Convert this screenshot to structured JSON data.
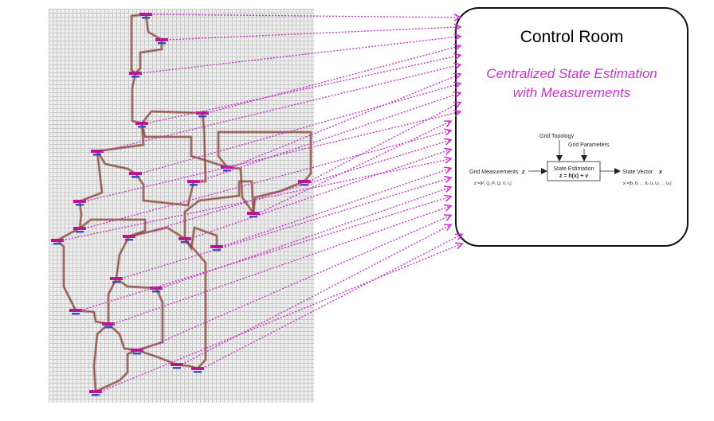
{
  "control_room": {
    "title": "Control Room",
    "subtitle_line1": "Centralized State Estimation",
    "subtitle_line2": "with Measurements"
  },
  "estimation_diagram": {
    "grid_topology": "Grid Topology",
    "grid_parameters": "Grid Parameters",
    "grid_measurements": "Grid Measurements",
    "z_symbol": "z",
    "block_title": "State Estimation",
    "block_equation": "z = h(x) + v",
    "state_vector": "State Vector",
    "x_symbol": "x",
    "z_vector": "zᵀ=[P₁  Q₁  P₁  Q₁  V₁  I₁]",
    "x_vector": "xᵀ=[θ₁  θ₂  …  θₙ  U₁  U₂  …  Uₙ]"
  },
  "colors": {
    "arrow": "#cc33cc",
    "line": "#8b4a3c",
    "bus": "#b5188f",
    "grid_bg": "#eeeeee",
    "subtitle": "#cc33cc"
  }
}
